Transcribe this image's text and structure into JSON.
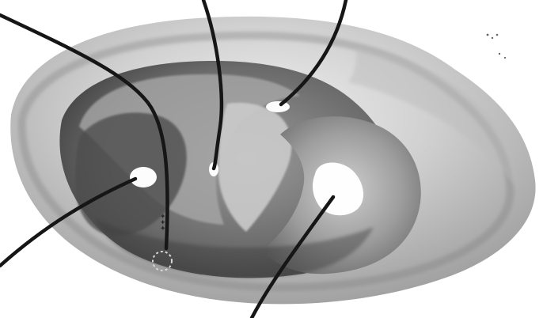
{
  "image": {
    "subject": "ear",
    "style": "grayscale",
    "background": "#ffffff"
  },
  "colors": {
    "skin_light": "#e3e3e3",
    "skin_mid": "#bdbdbd",
    "skin_dark": "#5a5a5a",
    "skin_shadow": "#2f2f2f",
    "pointer_line": "#161616",
    "highlight": "#ffffff"
  },
  "pointers": [
    {
      "name": "pointer-line-upper-left"
    },
    {
      "name": "pointer-line-top-center"
    },
    {
      "name": "pointer-line-top-right"
    },
    {
      "name": "pointer-line-left"
    },
    {
      "name": "pointer-line-bottom-center"
    }
  ],
  "points": [
    {
      "name": "acupoint-left"
    },
    {
      "name": "acupoint-center"
    },
    {
      "name": "acupoint-top-right"
    },
    {
      "name": "acupoint-large-right"
    },
    {
      "name": "acupoint-dashed-circle"
    }
  ]
}
